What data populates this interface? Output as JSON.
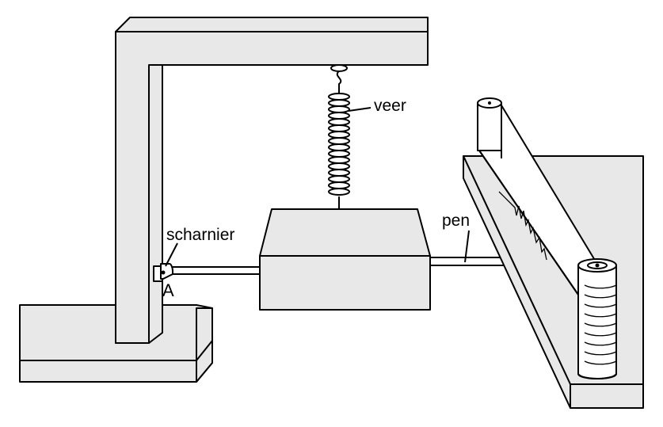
{
  "labels": {
    "spring": "veer",
    "hinge": "scharnier",
    "pen": "pen",
    "point": "A"
  }
}
